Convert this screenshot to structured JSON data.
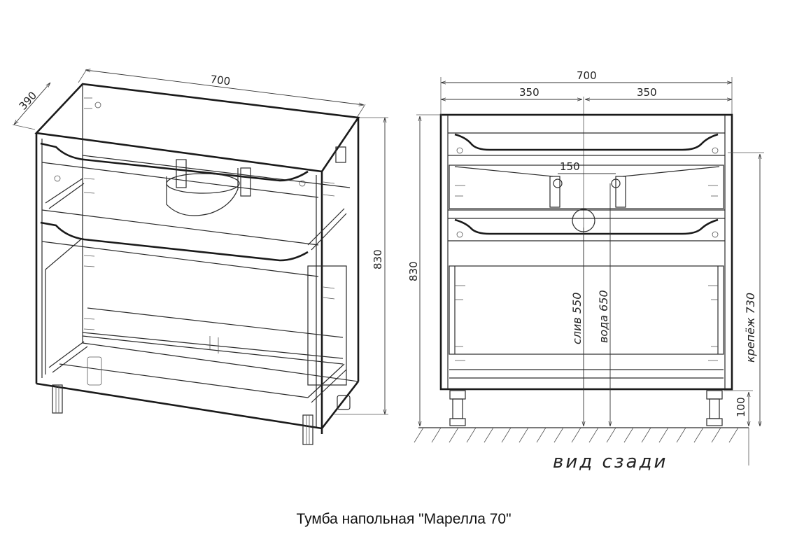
{
  "title": "Тумба напольная \"Марелла 70\"",
  "isometric_view": {
    "width_label": "700",
    "depth_label": "390",
    "height_label": "830"
  },
  "rear_view": {
    "view_label": "вид сзади",
    "total_width_label": "700",
    "half_left_label": "350",
    "half_right_label": "350",
    "pipe_spacing_label": "150",
    "height_label": "830",
    "drain_label": "слив 550",
    "water_label": "вода 650",
    "mount_label": "крепёж 730",
    "leg_height_label": "100"
  },
  "colors": {
    "line": "#2a2a2a",
    "background": "#ffffff"
  }
}
